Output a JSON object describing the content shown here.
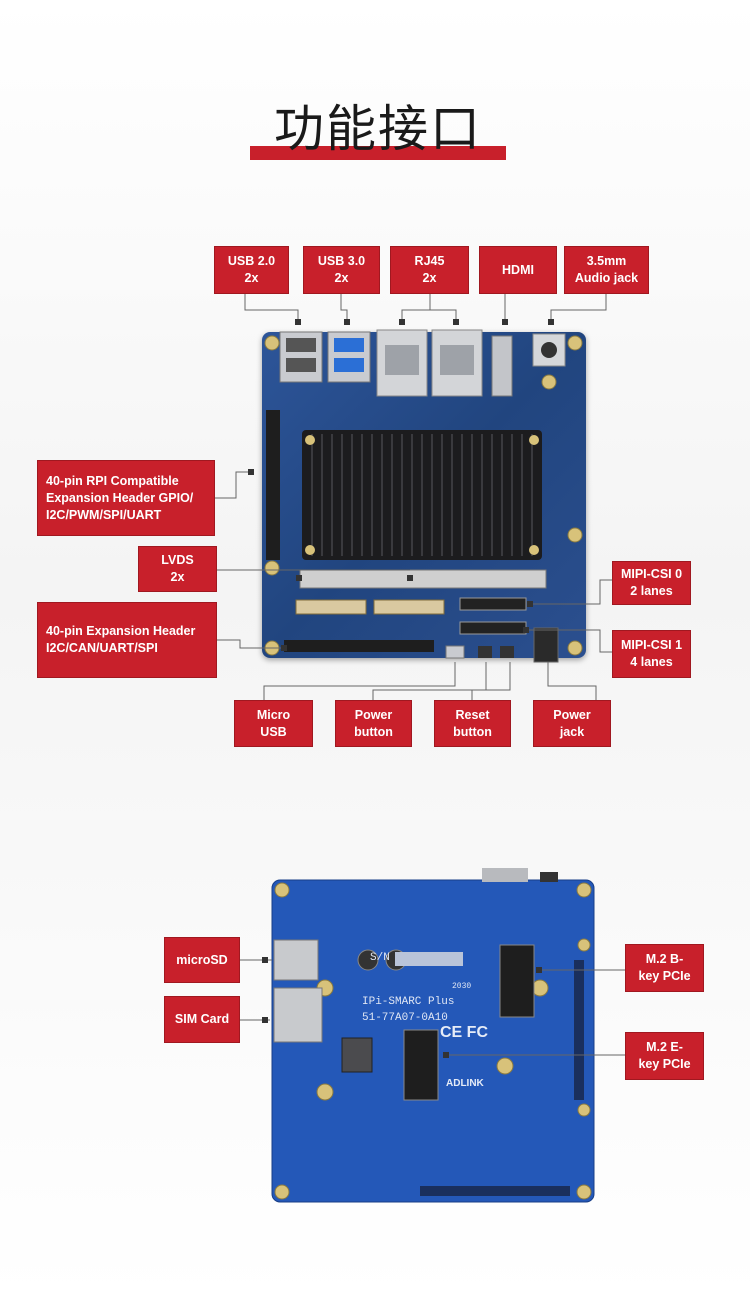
{
  "title": "功能接口",
  "top_callouts": {
    "usb2": "USB 2.0\n2x",
    "usb3": "USB 3.0\n2x",
    "rj45": "RJ45\n2x",
    "hdmi": "HDMI",
    "audio": "3.5mm\nAudio jack",
    "gpio": "40-pin RPI Compatible\nExpansion Header GPIO/\nI2C/PWM/SPI/UART",
    "lvds": "LVDS\n2x",
    "exp": "40-pin Expansion Header\nI2C/CAN/UART/SPI",
    "mipi0": "MIPI-CSI 0\n2 lanes",
    "mipi1": "MIPI-CSI 1\n4 lanes",
    "microusb": "Micro\nUSB",
    "power_button": "Power\nbutton",
    "reset_button": "Reset\nbutton",
    "power_jack": "Power\njack"
  },
  "bottom_callouts": {
    "microsd": "microSD",
    "simcard": "SIM Card",
    "m2b": "M.2 B-\nkey PCIe",
    "m2e": "M.2 E-\nkey PCIe"
  },
  "board_silkscreen": {
    "sn": "S/N",
    "year": "2030",
    "model": "IPi-SMARC Plus",
    "part": "51-77A07-0A10",
    "ce_fc": "CE FC",
    "brand": "ADLINK"
  },
  "colors": {
    "accent_red": "#c8202b",
    "board_blue": "#2a4e8c",
    "heatsink": "#1c1c1e"
  }
}
